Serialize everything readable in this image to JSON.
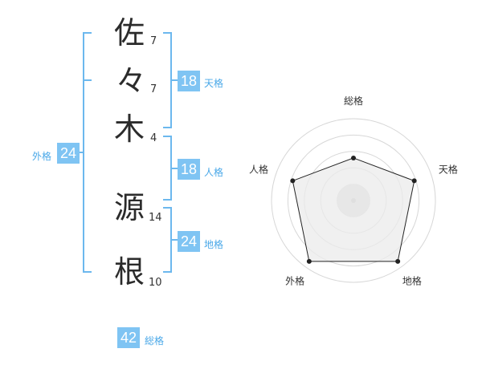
{
  "name_chars": [
    {
      "char": "佐",
      "strokes": "7"
    },
    {
      "char": "々",
      "strokes": "7"
    },
    {
      "char": "木",
      "strokes": "4"
    },
    {
      "char": "源",
      "strokes": "14"
    },
    {
      "char": "根",
      "strokes": "10"
    }
  ],
  "fortunes": {
    "tenkaku": {
      "value": "18",
      "label": "天格"
    },
    "jinkaku": {
      "value": "18",
      "label": "人格"
    },
    "chikaku": {
      "value": "24",
      "label": "地格"
    },
    "gaikaku": {
      "value": "24",
      "label": "外格"
    },
    "soukaku": {
      "value": "42",
      "label": "総格"
    }
  },
  "radar": {
    "axes": [
      "総格",
      "天格",
      "地格",
      "外格",
      "人格"
    ],
    "values": [
      0.52,
      0.78,
      0.92,
      0.92,
      0.78
    ],
    "max": 1,
    "rings": 5
  },
  "colors": {
    "accent": "#7fc4f3",
    "accent_text": "#4aa8e8",
    "bracket": "#6cb8ee",
    "ring": "#d7d7d7",
    "fill": "#f0f0f0"
  }
}
